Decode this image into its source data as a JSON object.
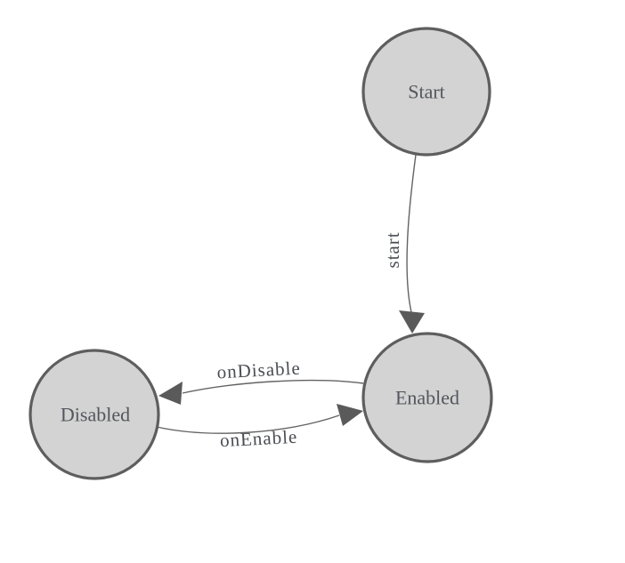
{
  "diagram": {
    "type": "state-machine",
    "colors": {
      "background": "#ffffff",
      "node_fill": "#d3d3d3",
      "node_border": "#5e5e5e",
      "edge_line": "#636363",
      "arrowhead": "#5a5a5a",
      "label_text": "#53565c"
    },
    "nodes": [
      {
        "id": "start",
        "label": "Start"
      },
      {
        "id": "enabled",
        "label": "Enabled"
      },
      {
        "id": "disabled",
        "label": "Disabled"
      }
    ],
    "edges": [
      {
        "label": "start",
        "from": "Start",
        "to": "Enabled"
      },
      {
        "label": "onDisable",
        "from": "Enabled",
        "to": "Disabled"
      },
      {
        "label": "onEnable",
        "from": "Disabled",
        "to": "Enabled"
      }
    ]
  }
}
